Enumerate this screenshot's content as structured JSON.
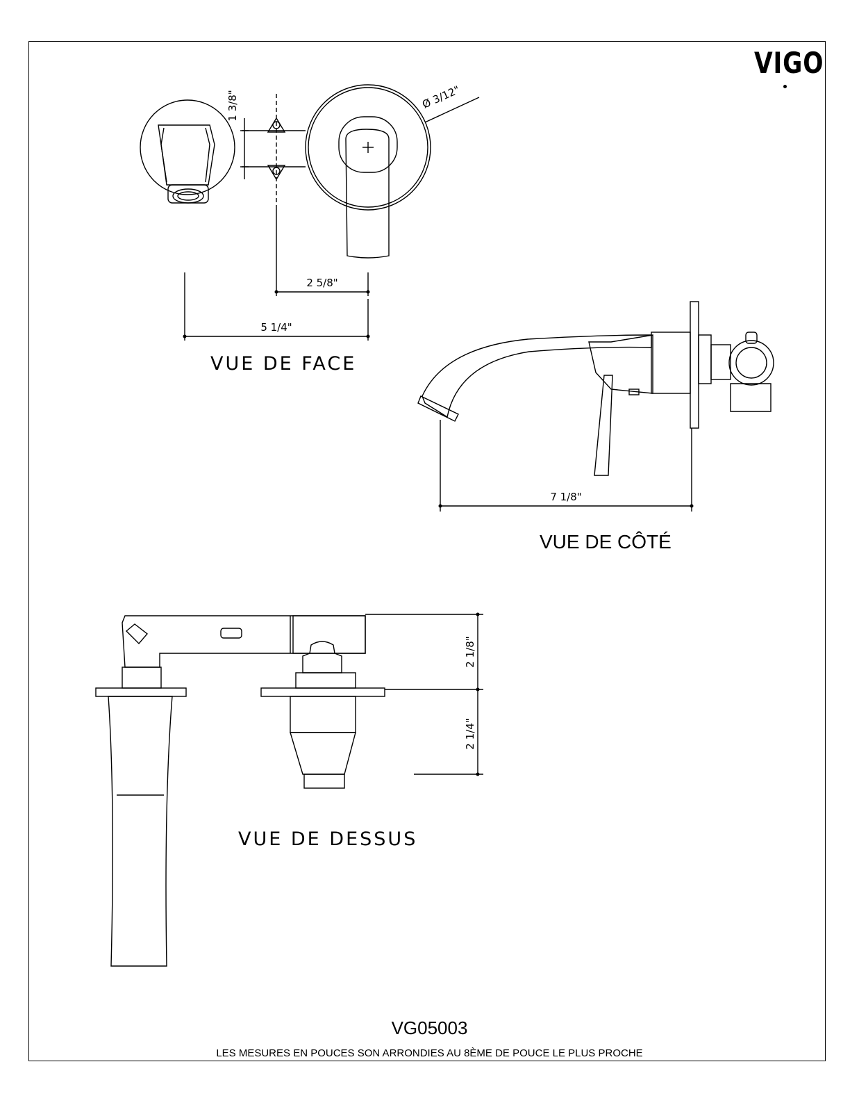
{
  "brand": {
    "logo": "VIGO"
  },
  "views": {
    "front": {
      "title": "VUE DE FACE",
      "dims": {
        "diameter": "Ø 3/12\"",
        "height": "1 3/8\"",
        "offset": "2 5/8\"",
        "width": "5 1/4\""
      }
    },
    "side": {
      "title": "VUE DE CÔTÉ",
      "dims": {
        "length": "7 1/8\""
      }
    },
    "top": {
      "title": "VUE DE DESSUS",
      "dims": {
        "upper": "2 1/8\"",
        "lower": "2 1/4\""
      }
    }
  },
  "footer": {
    "model": "VG05003",
    "note": "LES MESURES EN POUCES SON ARRONDIES AU 8ÈME DE POUCE LE PLUS PROCHE"
  }
}
